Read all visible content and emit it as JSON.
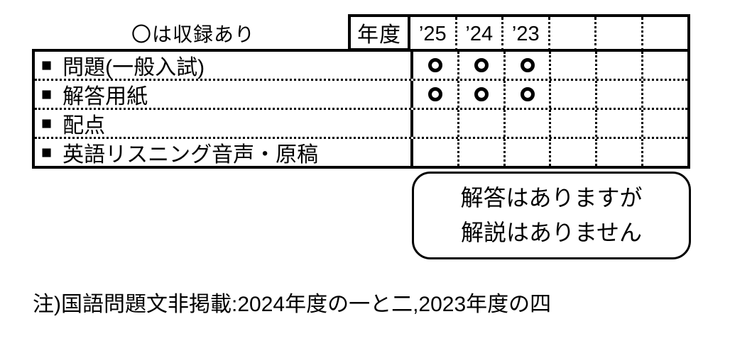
{
  "colors": {
    "ink": "#000000",
    "background": "#ffffff"
  },
  "legend": {
    "text": "〇は収録あり"
  },
  "table": {
    "header_label": "年度",
    "year_columns": [
      "’25",
      "’24",
      "’23",
      "",
      "",
      ""
    ],
    "row_bullet": "■",
    "included_mark": "○",
    "rows": [
      {
        "label": "問題(一般入試)",
        "marks": [
          "○",
          "○",
          "○",
          "",
          "",
          ""
        ]
      },
      {
        "label": "解答用紙",
        "marks": [
          "○",
          "○",
          "○",
          "",
          "",
          ""
        ]
      },
      {
        "label": "配点",
        "marks": [
          "",
          "",
          "",
          "",
          "",
          ""
        ]
      },
      {
        "label": "英語リスニング音声・原稿",
        "marks": [
          "",
          "",
          "",
          "",
          "",
          ""
        ]
      }
    ]
  },
  "bubble": {
    "lines": [
      "解答はありますが",
      "解説はありません"
    ]
  },
  "note": {
    "text": "注)国語問題文非掲載:2024年度の一と二,2023年度の四"
  }
}
